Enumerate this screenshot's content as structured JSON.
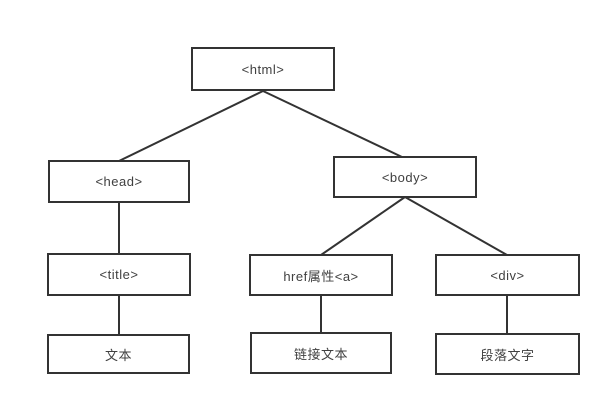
{
  "diagram": {
    "description": "HTML DOM tree structure diagram",
    "colors": {
      "background": "#ffffff",
      "line": "#333333",
      "border": "#333333",
      "text": "#404040"
    },
    "nodes": {
      "html": {
        "label": "<html>"
      },
      "head": {
        "label": "<head>"
      },
      "body": {
        "label": "<body>"
      },
      "title": {
        "label": "<title>"
      },
      "a": {
        "label": "href属性<a>"
      },
      "div": {
        "label": "<div>"
      },
      "text": {
        "label": "文本"
      },
      "link_text": {
        "label": "链接文本"
      },
      "para_text": {
        "label": "段落文字"
      }
    },
    "edges": [
      {
        "from": "html",
        "to": "head"
      },
      {
        "from": "html",
        "to": "body"
      },
      {
        "from": "head",
        "to": "title"
      },
      {
        "from": "body",
        "to": "a"
      },
      {
        "from": "body",
        "to": "div"
      },
      {
        "from": "title",
        "to": "text"
      },
      {
        "from": "a",
        "to": "link_text"
      },
      {
        "from": "div",
        "to": "para_text"
      }
    ]
  }
}
